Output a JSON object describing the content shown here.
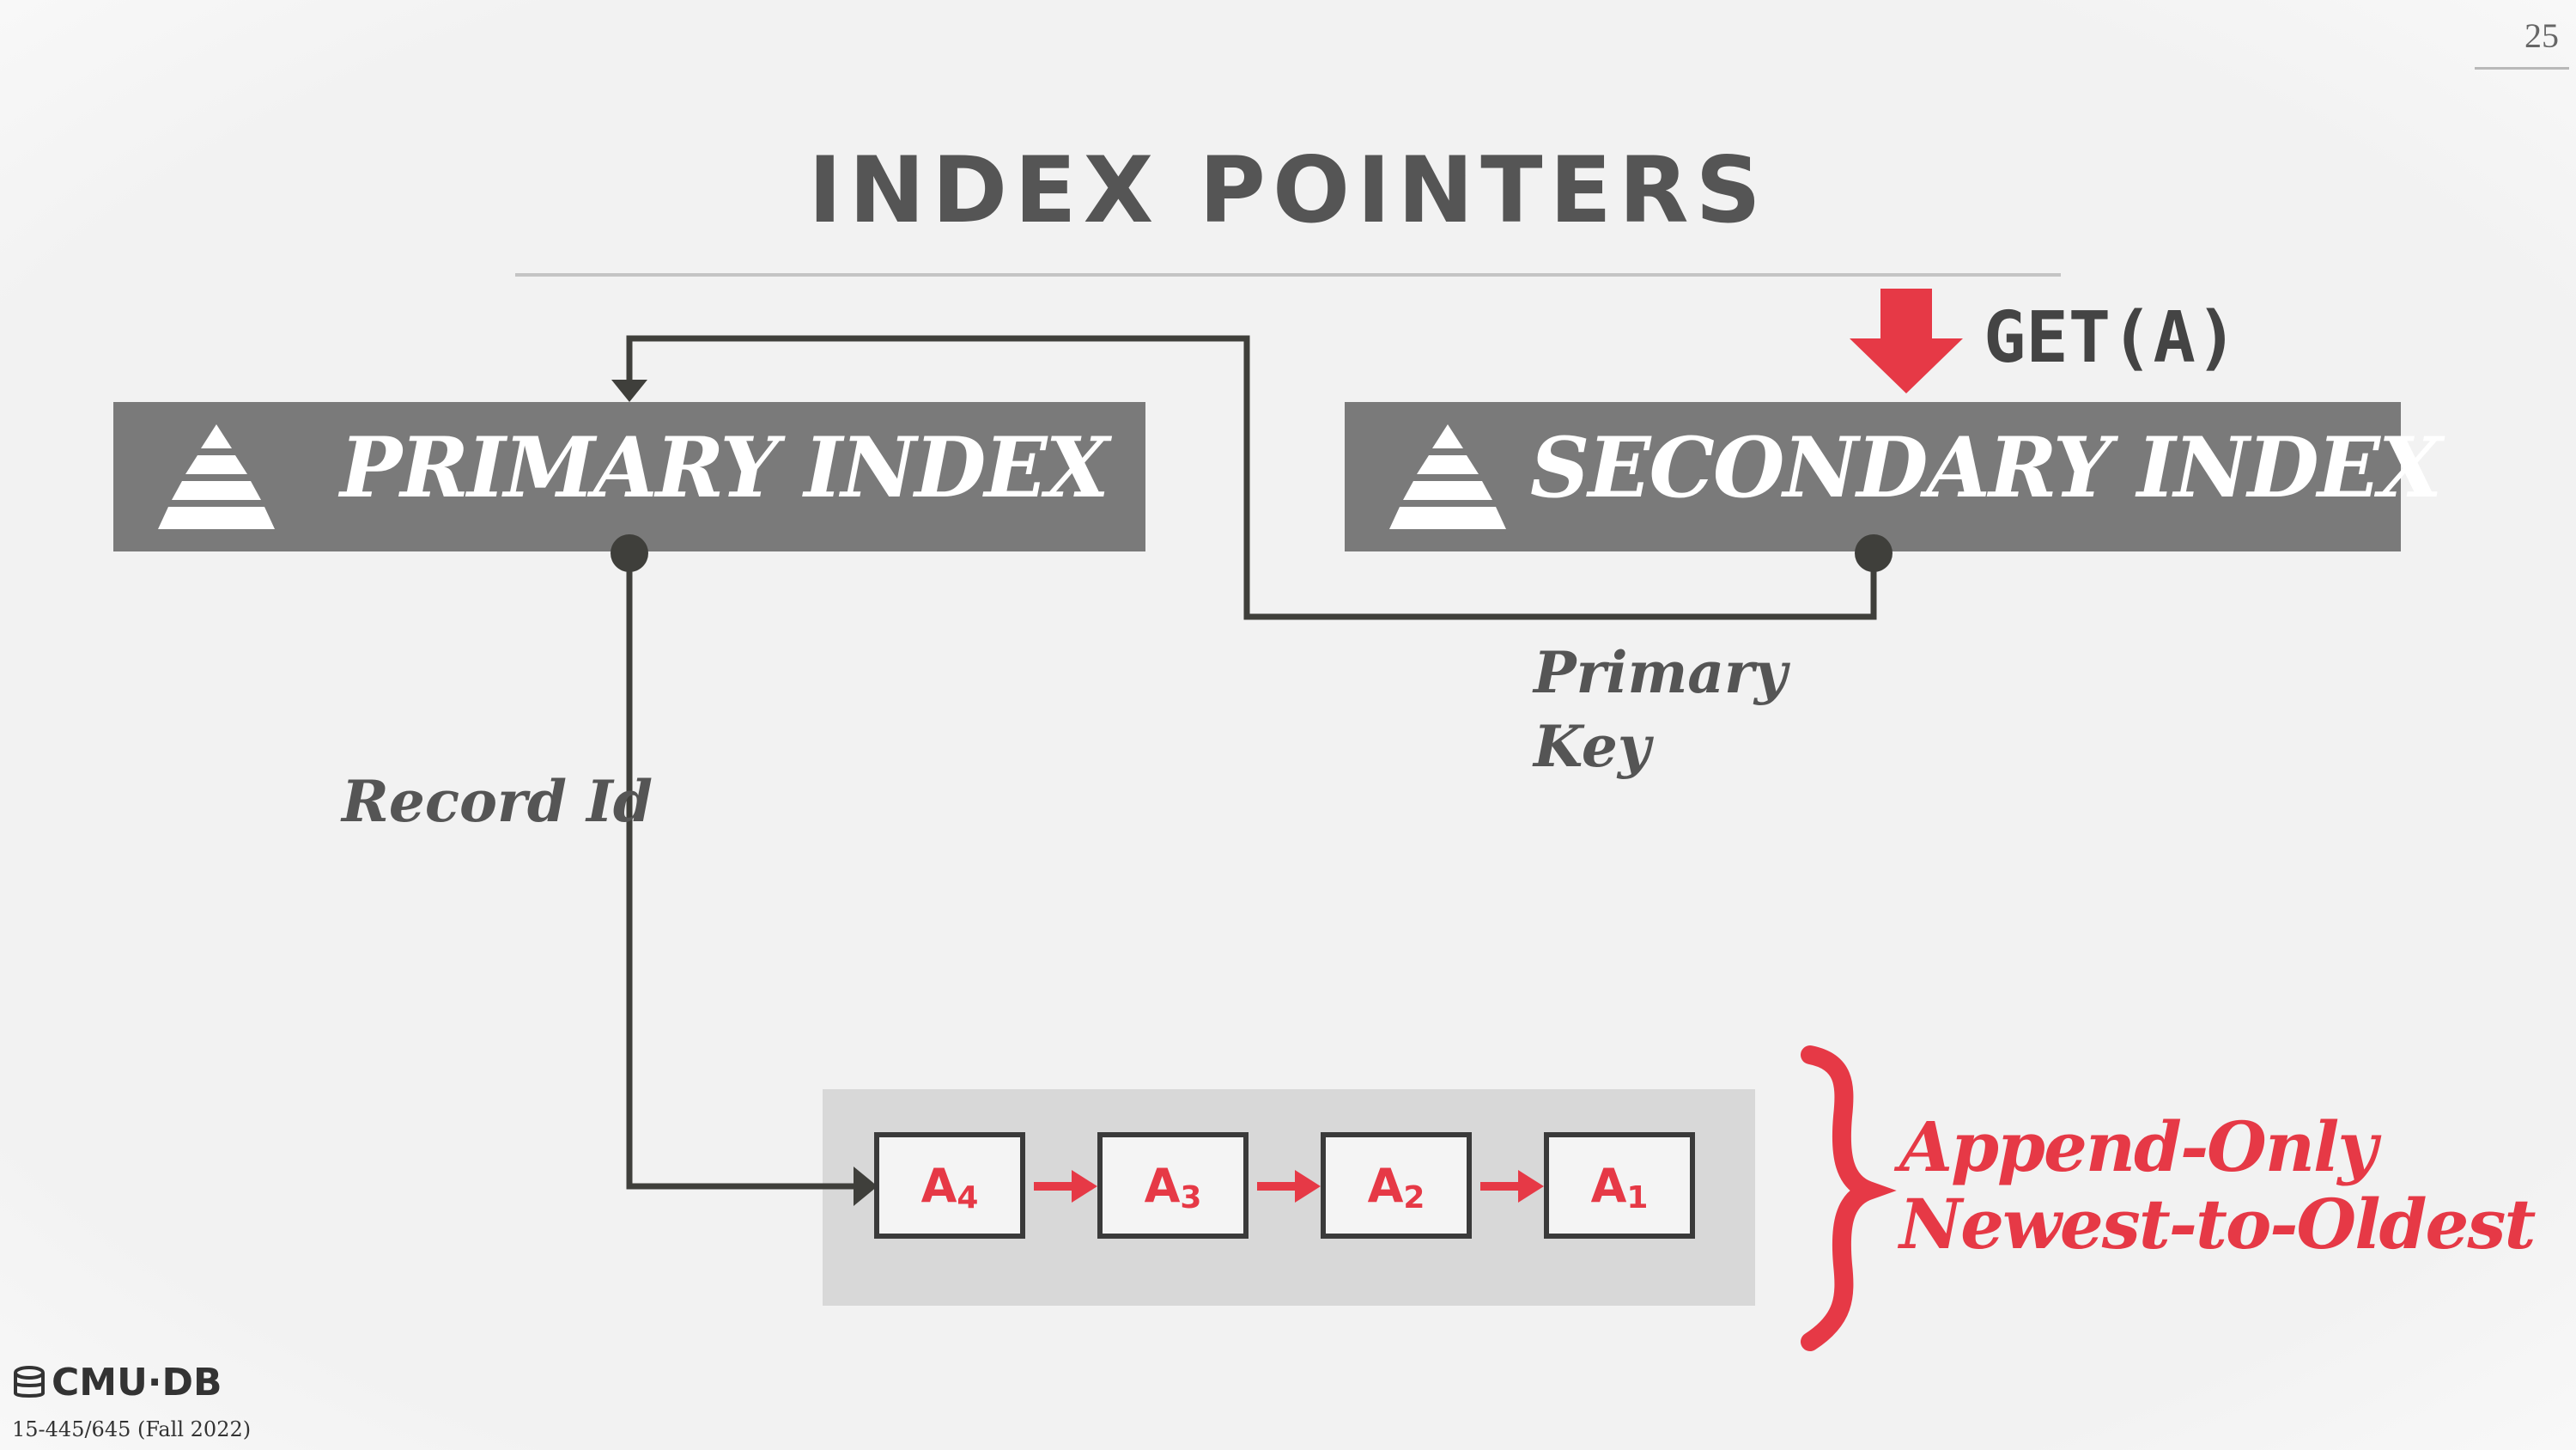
{
  "slide": {
    "page_number": "25",
    "title": "INDEX POINTERS"
  },
  "diagram": {
    "primary_index_label": "PRIMARY INDEX",
    "secondary_index_label": "SECONDARY INDEX",
    "query_label": "GET(A)",
    "record_id_label": "Record Id",
    "primary_key_label_line1": "Primary",
    "primary_key_label_line2": "Key",
    "versions": [
      {
        "base": "A",
        "sub": "4"
      },
      {
        "base": "A",
        "sub": "3"
      },
      {
        "base": "A",
        "sub": "2"
      },
      {
        "base": "A",
        "sub": "1"
      }
    ],
    "annotation_line1": "Append-Only",
    "annotation_line2": "Newest-to-Oldest",
    "colors": {
      "accent": "#e63946",
      "index_box": "#7a7a7a",
      "wire": "#3f3f3b"
    },
    "icons": {
      "index_icon": "pyramid-icon",
      "query_arrow": "down-arrow-icon"
    }
  },
  "footer": {
    "brand": "CMU·DB",
    "course": "15-445/645 (Fall 2022)"
  }
}
